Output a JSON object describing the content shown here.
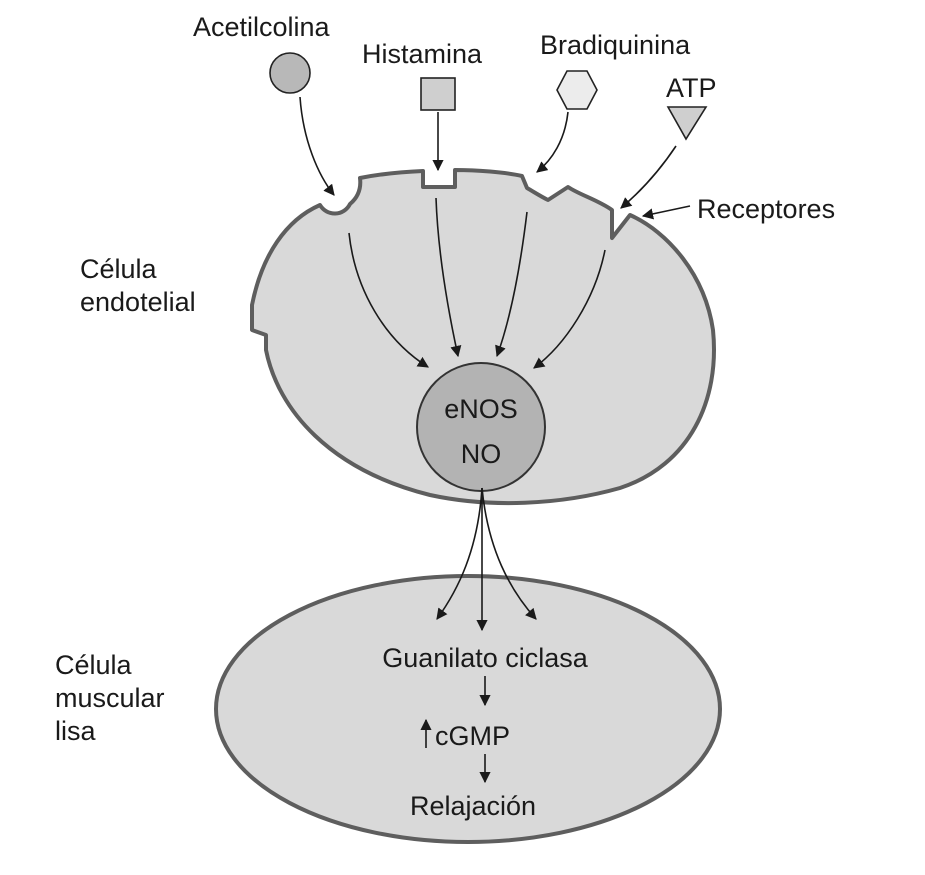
{
  "ligands": {
    "acetilcolina": "Acetilcolina",
    "histamina": "Histamina",
    "bradiquinina": "Bradiquinina",
    "atp": "ATP"
  },
  "labels": {
    "receptores": "Receptores",
    "endothelial_cell_line1": "Célula",
    "endothelial_cell_line2": "endotelial",
    "smooth_cell_line1": "Célula",
    "smooth_cell_line2": "muscular",
    "smooth_cell_line3": "lisa"
  },
  "nucleus": {
    "line1": "eNOS",
    "line2": "NO"
  },
  "pathway": {
    "step1": "Guanilato ciclasa",
    "step2": "cGMP",
    "step3": "Relajación"
  },
  "colors": {
    "cell_fill": "#d9d9d9",
    "cell_stroke": "#5e5e5e",
    "nucleus_fill": "#b3b3b3",
    "ligand_circle": "#b8b8b8",
    "ligand_square": "#cfcfcf",
    "ligand_hexagon": "#ececec",
    "ligand_triangle": "#cfcfcf"
  }
}
